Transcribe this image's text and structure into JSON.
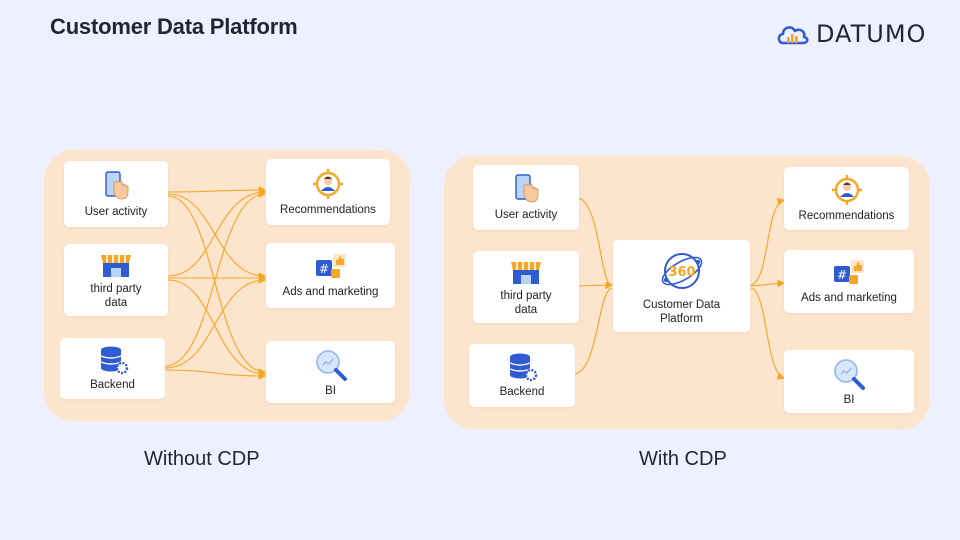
{
  "header": {
    "title": "Customer Data Platform",
    "brand": "DATUMO"
  },
  "colors": {
    "background": "#eef0fd",
    "panel": "#fde4cc",
    "arrow": "#f5a623",
    "icon_blue": "#2f5bd3",
    "icon_orange": "#f5a623"
  },
  "without_cdp": {
    "caption": "Without CDP",
    "sources": [
      {
        "label": "User activity",
        "icon": "touch-screen-icon"
      },
      {
        "label": "third party\ndata",
        "icon": "storefront-icon"
      },
      {
        "label": "Backend",
        "icon": "database-gear-icon"
      }
    ],
    "targets": [
      {
        "label": "Recommendations",
        "icon": "target-person-icon"
      },
      {
        "label": "Ads and marketing",
        "icon": "hashtag-like-icon"
      },
      {
        "label": "BI",
        "icon": "magnifier-icon"
      }
    ]
  },
  "with_cdp": {
    "caption": "With CDP",
    "sources": [
      {
        "label": "User activity",
        "icon": "touch-screen-icon"
      },
      {
        "label": "third party\ndata",
        "icon": "storefront-icon"
      },
      {
        "label": "Backend",
        "icon": "database-gear-icon"
      }
    ],
    "hub": {
      "label": "Customer Data\nPlatform",
      "icon": "360-orbit-icon",
      "badge": "360"
    },
    "targets": [
      {
        "label": "Recommendations",
        "icon": "target-person-icon"
      },
      {
        "label": "Ads and marketing",
        "icon": "hashtag-like-icon"
      },
      {
        "label": "BI",
        "icon": "magnifier-icon"
      }
    ]
  }
}
